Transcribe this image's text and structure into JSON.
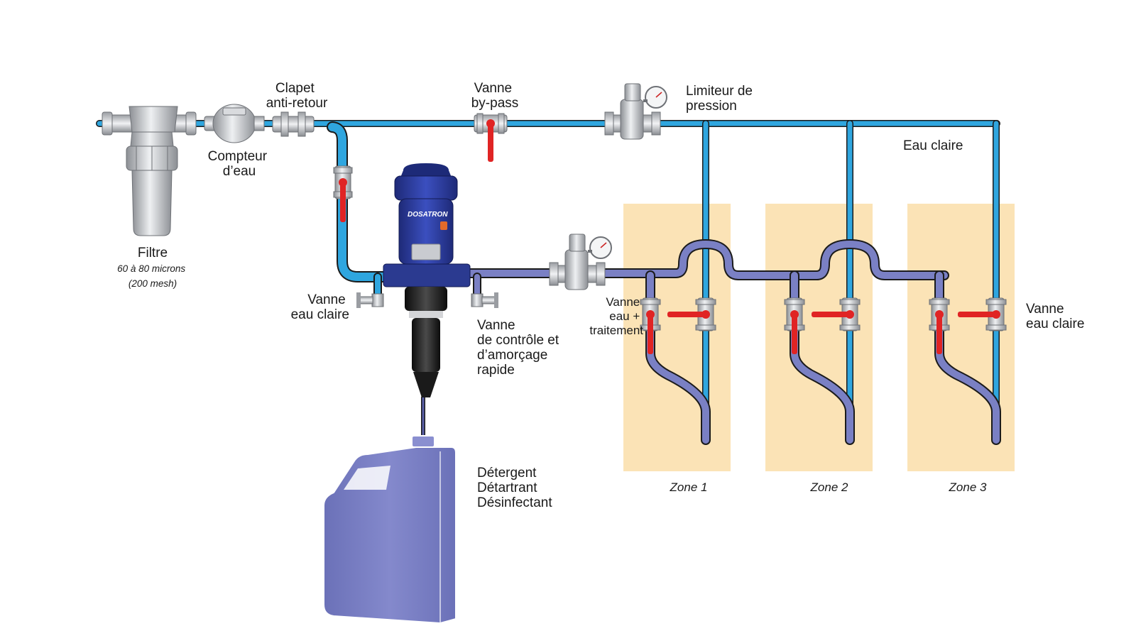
{
  "colors": {
    "clear_water": "#2fa6df",
    "treated_water": "#7a80c4",
    "zone_fill": "#fbe3b6",
    "valve_handle": "#e02424",
    "dosatron_body": "#2e3f9e",
    "jerrycan": "#7a80c4"
  },
  "labels": {
    "clapet": [
      "Clapet",
      "anti-retour"
    ],
    "vanne_bypass": [
      "Vanne",
      "by-pass"
    ],
    "limiteur": [
      "Limiteur de",
      "pression"
    ],
    "eau_claire": "Eau claire",
    "compteur": [
      "Compteur",
      "d’eau"
    ],
    "filtre": "Filtre",
    "filtre_spec": [
      "60 à 80 microns",
      "(200 mesh)"
    ],
    "vanne_eau_claire_left": [
      "Vanne",
      "eau claire"
    ],
    "vanne_controle": [
      "Vanne",
      "de contrôle et",
      "d’amorçage",
      "rapide"
    ],
    "vanne_eau_traitement": [
      "Vanne",
      "eau +",
      "traitement"
    ],
    "vanne_eau_claire_right": [
      "Vanne",
      "eau claire"
    ],
    "produits": [
      "Détergent",
      "Détartrant",
      "Désinfectant"
    ],
    "brand": "DOSATRON"
  },
  "zones": [
    {
      "label": "Zone 1"
    },
    {
      "label": "Zone 2"
    },
    {
      "label": "Zone 3"
    }
  ],
  "icons": [
    "filter-icon",
    "water-meter-icon",
    "check-valve-icon",
    "ball-valve-icon",
    "pressure-reducer-icon",
    "dosatron-pump-icon",
    "jerrycan-icon"
  ]
}
